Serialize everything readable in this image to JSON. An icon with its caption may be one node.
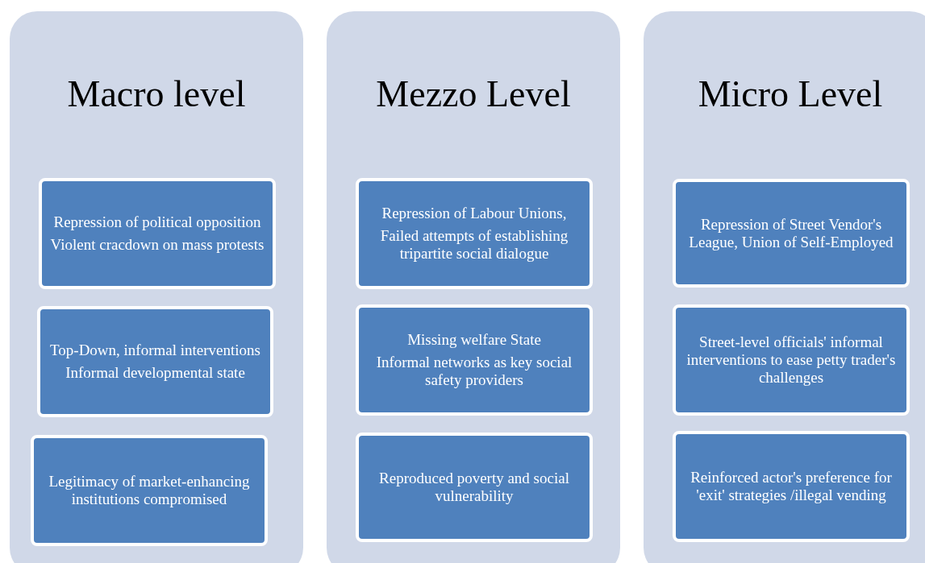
{
  "diagram": {
    "nodes": [
      {
        "text": [
          "Macro level"
        ]
      },
      {
        "text": [
          "Repression of political opposition",
          "Violent cracdown on mass protests"
        ],
        "in": 0
      },
      {
        "text": [
          "Top-Down, informal interventions",
          "Informal developmental state"
        ],
        "in": 0
      },
      {
        "text": [
          "Legitimacy of market-enhancing institutions compromised"
        ],
        "in": 0
      },
      {
        "text": [
          "Mezzo Level"
        ]
      },
      {
        "text": [
          "Repression of Labour Unions,",
          "Failed attempts of establishing tripartite social dialogue"
        ],
        "in": 4
      },
      {
        "text": [
          "Missing welfare State",
          "Informal networks as key social safety providers"
        ],
        "in": 4
      },
      {
        "text": [
          "Reproduced poverty and social vulnerability"
        ],
        "in": 4
      },
      {
        "text": [
          "Micro Level"
        ]
      },
      {
        "text": [
          "Repression of Street Vendor's League, Union of Self-Employed"
        ],
        "in": 8
      },
      {
        "text": [
          "Street-level officials' informal interventions to ease petty trader's challenges"
        ],
        "in": 8
      },
      {
        "text": [
          "Reinforced actor's preference for 'exit' strategies /illegal vending"
        ],
        "in": 8
      }
    ],
    "edges": []
  }
}
